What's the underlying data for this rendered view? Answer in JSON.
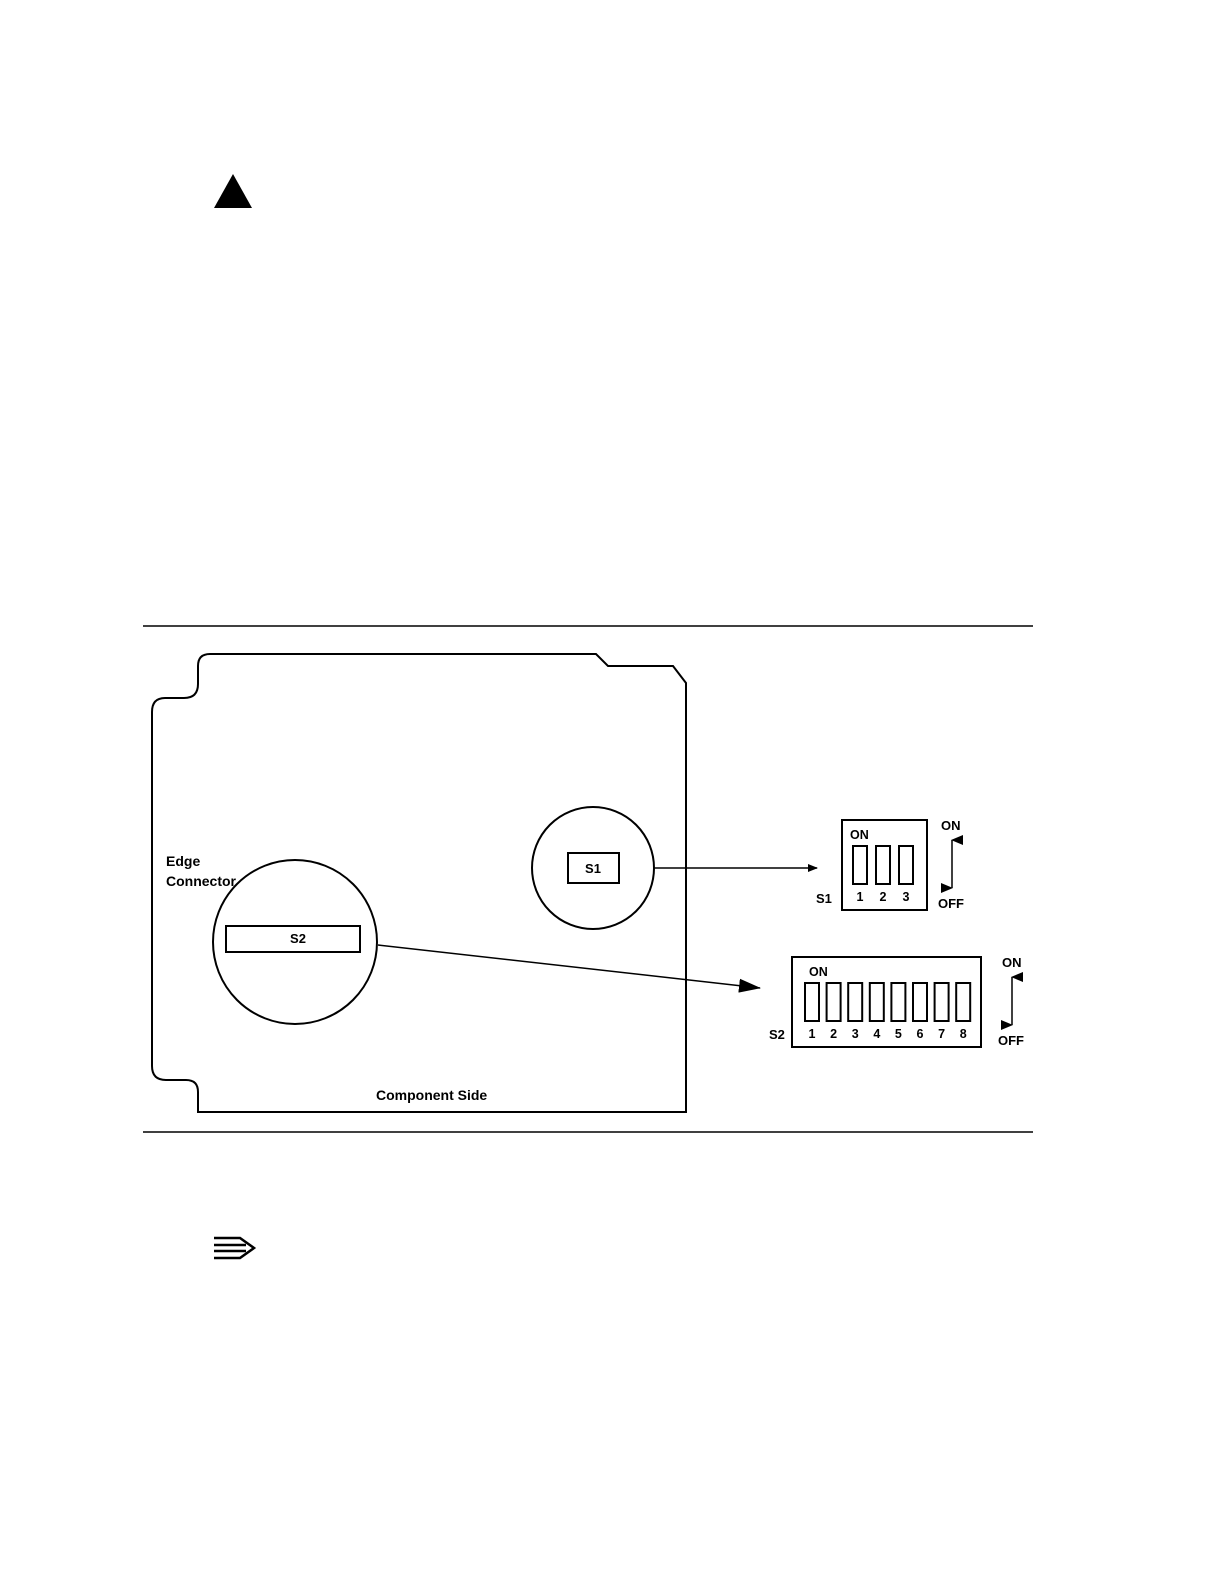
{
  "icons": {
    "caution": "caution-triangle-icon",
    "note": "note-pencil-icon"
  },
  "figure": {
    "board": {
      "edge_connector_line1": "Edge",
      "edge_connector_line2": "Connector",
      "component_side": "Component Side",
      "s1_label": "S1",
      "s2_label": "S2"
    },
    "switch_s1": {
      "name": "S1",
      "on_label": "ON",
      "dir_on": "ON",
      "dir_off": "OFF",
      "positions": [
        "1",
        "2",
        "3"
      ]
    },
    "switch_s2": {
      "name": "S2",
      "on_label": "ON",
      "dir_on": "ON",
      "dir_off": "OFF",
      "positions": [
        "1",
        "2",
        "3",
        "4",
        "5",
        "6",
        "7",
        "8"
      ]
    }
  }
}
